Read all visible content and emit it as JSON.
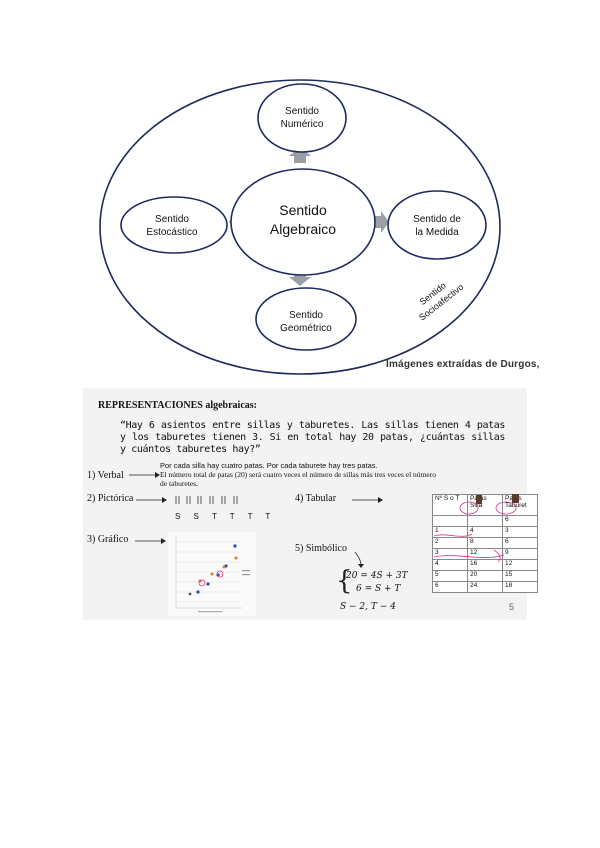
{
  "diagram": {
    "center": {
      "line1": "Sentido",
      "line2": "Algebraico"
    },
    "top": {
      "line1": "Sentido",
      "line2": "Numérico"
    },
    "left": {
      "line1": "Sentido",
      "line2": "Estocástico"
    },
    "right": {
      "line1": "Sentido de",
      "line2": "la Medida"
    },
    "bottom": {
      "line1": "Sentido",
      "line2": "Geométrico"
    },
    "outer": {
      "line1": "Sentido",
      "line2": "Socioafectivo"
    },
    "colors": {
      "stroke": "#1e2a5e",
      "arrow": "#9aa0a6"
    }
  },
  "credit": "Imágenes extraídas de Durgos,",
  "slide": {
    "title": "REPRESENTACIONES algebraicas:",
    "problem": "“Hay 6 asientos entre sillas y taburetes. Las sillas tienen 4 patas y los taburetes tienen 3. Si en total hay 20 patas, ¿cuántas sillas y cuántos taburetes hay?”",
    "verbal": {
      "label": "1) Verbal",
      "line1": "Por cada silla hay cuatro patas. Por cada taburete hay tres patas.",
      "line2": "El número total de patas (20) será cuatro veces el número de sillas más tres veces el número",
      "line3": "de taburetes."
    },
    "pictorica": {
      "label": "2) Pictórica",
      "letters": "S S T T T T"
    },
    "grafico": {
      "label": "3) Gráfico"
    },
    "tabular": {
      "label": "4) Tabular",
      "headers": [
        "Nº S o T",
        "Patas Silla",
        "Patas Taburet"
      ],
      "rows": [
        [
          "",
          "",
          "6"
        ],
        [
          "1",
          "4",
          "3"
        ],
        [
          "2",
          "8",
          "6"
        ],
        [
          "3",
          "12",
          "9"
        ],
        [
          "4",
          "16",
          "12"
        ],
        [
          "5",
          "20",
          "15"
        ],
        [
          "6",
          "24",
          "18"
        ]
      ]
    },
    "simbolico": {
      "label": "5) Simbólico",
      "eq1": "20 = 4S + 3T",
      "eq2": "6 = S + T",
      "solution": "S − 2, T − 4"
    },
    "page_number": "5"
  }
}
